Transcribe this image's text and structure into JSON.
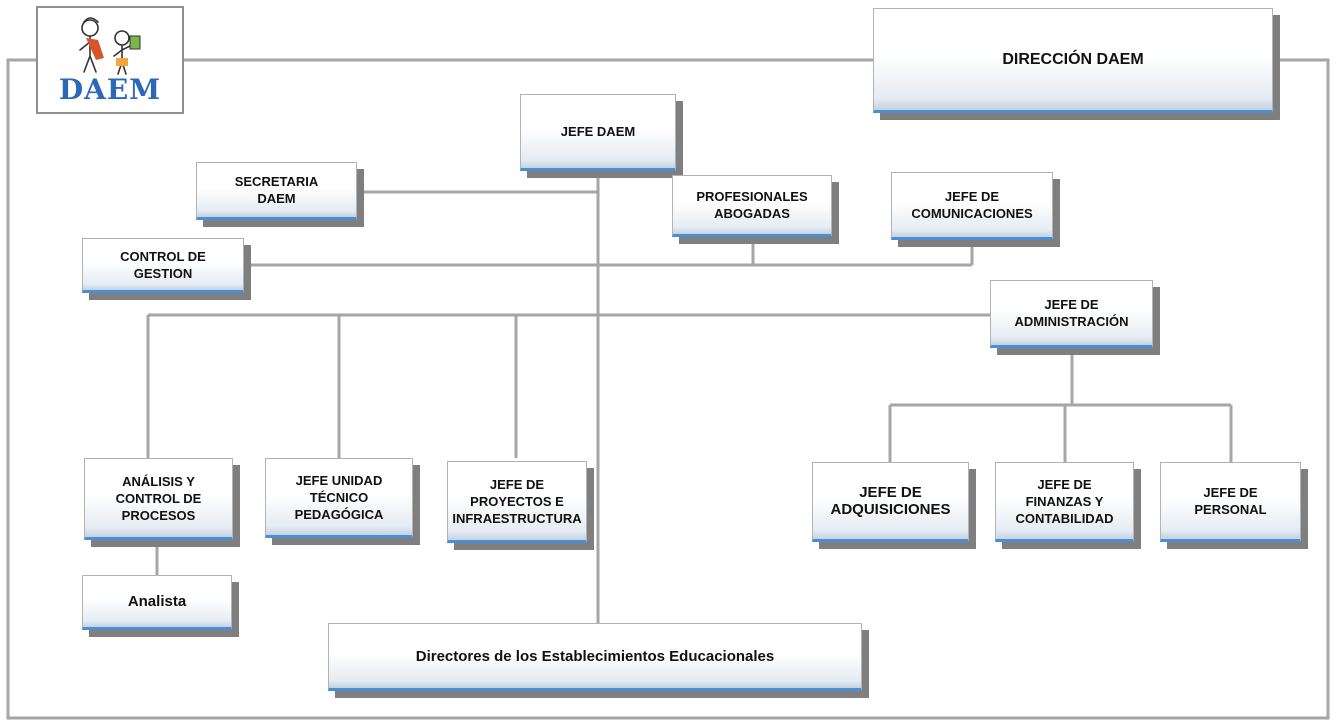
{
  "logo": {
    "text": "DAEM"
  },
  "title": "DIRECCIÓN DAEM",
  "nodes": {
    "jefe_daem": "JEFE DAEM",
    "secretaria": "SECRETARIA\nDAEM",
    "control_gestion": "CONTROL DE\nGESTION",
    "profesionales": "PROFESIONALES\nABOGADAS",
    "comunicaciones": "JEFE DE\nCOMUNICACIONES",
    "administracion": "JEFE DE\nADMINISTRACIÓN",
    "analisis": "ANÁLISIS Y\nCONTROL DE\nPROCESOS",
    "utp": "JEFE  UNIDAD\nTÉCNICO\nPEDAGÓGICA",
    "proyectos": "JEFE DE\nPROYECTOS E\nINFRAESTRUCTURA",
    "adquisiciones": "JEFE DE\nADQUISICIONES",
    "finanzas": "JEFE DE\nFINANZAS  Y\nCONTABILIDAD",
    "personal": "JEFE DE\nPERSONAL",
    "analista": "Analista",
    "directores": "Directores de los Establecimientos Educacionales"
  }
}
